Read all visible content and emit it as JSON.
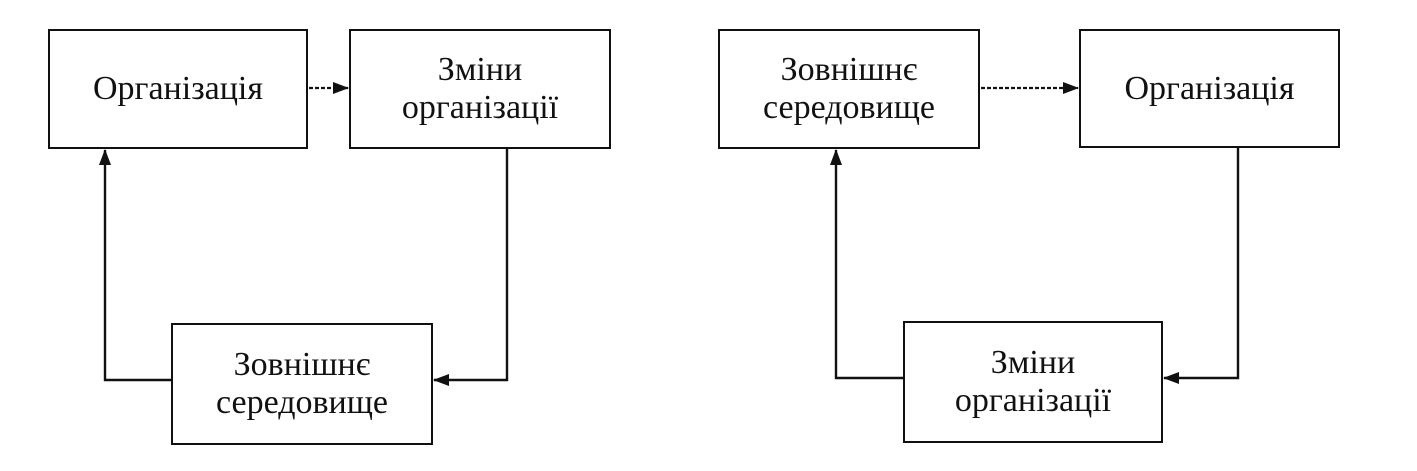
{
  "left_diagram": {
    "organization": "Організація",
    "organization_changes": "Зміни\nорганізації",
    "external_environment": "Зовнішнє\nсередовище"
  },
  "right_diagram": {
    "external_environment": "Зовнішнє\nсередовище",
    "organization": "Організація",
    "organization_changes": "Зміни\nорганізації"
  }
}
